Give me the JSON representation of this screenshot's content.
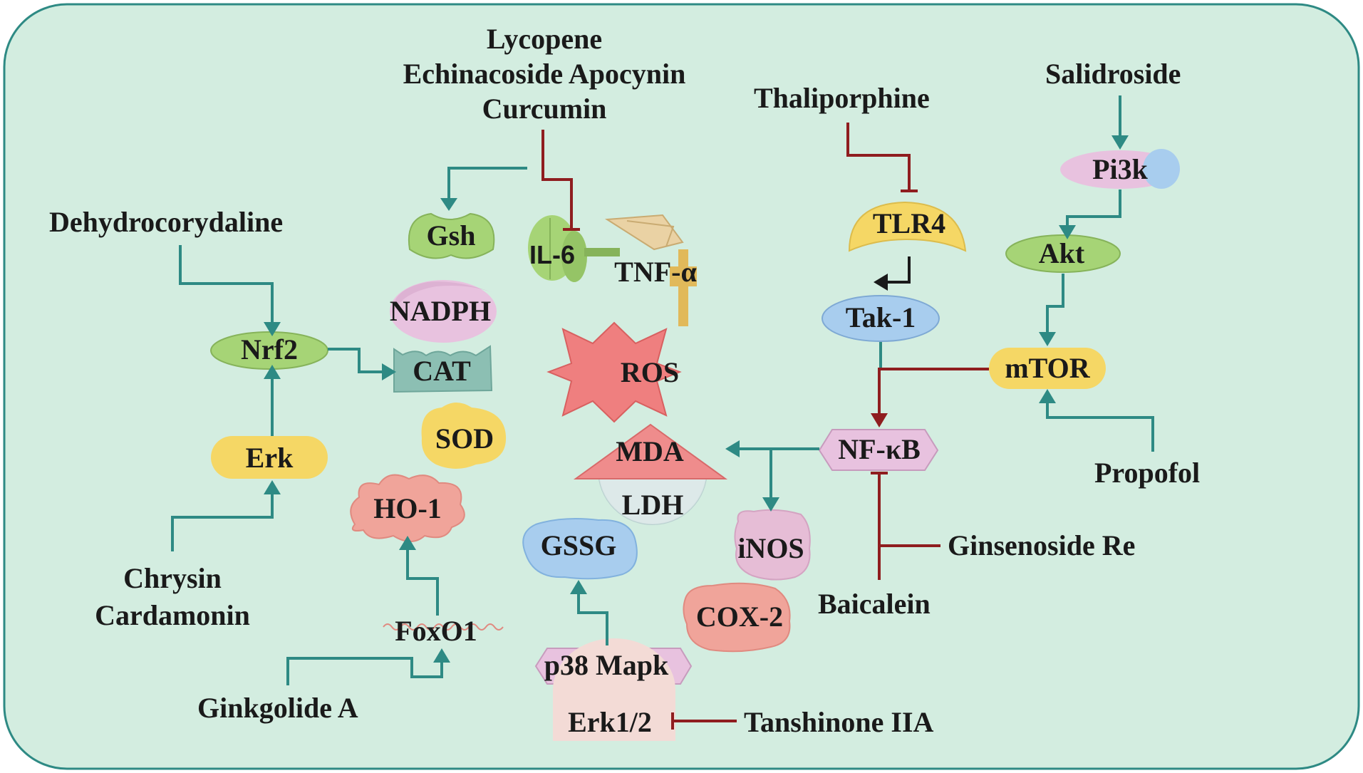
{
  "colors": {
    "background": "#d3ede0",
    "border": "#2e8a84",
    "activation_arrow": "#2e8a84",
    "inhibition_line": "#8f1d1f",
    "green_node": "#a6d476",
    "yellow_node": "#f5d765",
    "blue_node": "#a8cdee",
    "pink_node": "#e8c2df",
    "red_node": "#ef7f7f",
    "teal_node": "#8cbfb3",
    "salmon_node": "#f0a49a"
  },
  "drugs": {
    "lycopene_group": [
      "Lycopene",
      "Echinacoside Apocynin",
      "Curcumin"
    ],
    "thaliporphine": "Thaliporphine",
    "salidroside": "Salidroside",
    "dehydrocorydaline": "Dehydrocorydaline",
    "propofol": "Propofol",
    "ginsenoside_re": "Ginsenoside Re",
    "baicalein": "Baicalein",
    "chrysin_group": [
      "Chrysin",
      "Cardamonin"
    ],
    "ginkgolide_a": "Ginkgolide A",
    "tanshinone_iia": "Tanshinone IIA"
  },
  "nodes": {
    "gsh": {
      "label": "Gsh",
      "icon": "antioxidant-shape"
    },
    "nadph": {
      "label": "NADPH",
      "icon": "oxidase-shape"
    },
    "cat": {
      "label": "CAT",
      "icon": "enzyme-shape"
    },
    "sod": {
      "label": "SOD",
      "icon": "enzyme-shape"
    },
    "il6": {
      "label": "IL-6",
      "icon": "cytokine-receptor-shape"
    },
    "tnf": {
      "label": "TNF-α",
      "icon": "cytokine-ribbon-shape"
    },
    "ros": {
      "label": "ROS",
      "icon": "star-shape"
    },
    "mda": {
      "label": "MDA",
      "icon": "triangle-shape"
    },
    "ldh": {
      "label": "LDH",
      "icon": "semicircle-shape"
    },
    "nrf2": {
      "label": "Nrf2"
    },
    "erk": {
      "label": "Erk"
    },
    "ho1": {
      "label": "HO-1",
      "icon": "cloud-shape"
    },
    "foxo1": {
      "label": "FoxO1",
      "icon": "wavy-strand-shape"
    },
    "gssg": {
      "label": "GSSG",
      "icon": "blob-shape"
    },
    "p38": {
      "label": "p38 Mapk",
      "icon": "hexagon-shape"
    },
    "erk12": {
      "label": "Erk1/2",
      "icon": "semicircle-shape"
    },
    "inos": {
      "label": "iNOS",
      "icon": "blob-shape"
    },
    "cox2": {
      "label": "COX-2",
      "icon": "blob-shape"
    },
    "tlr4": {
      "label": "TLR4",
      "icon": "receptor-arch-shape"
    },
    "tak1": {
      "label": "Tak-1"
    },
    "nfkb": {
      "label": "NF-κB",
      "icon": "hexagon-shape"
    },
    "pi3k": {
      "label": "Pi3k"
    },
    "akt": {
      "label": "Akt"
    },
    "mtor": {
      "label": "mTOR"
    }
  }
}
